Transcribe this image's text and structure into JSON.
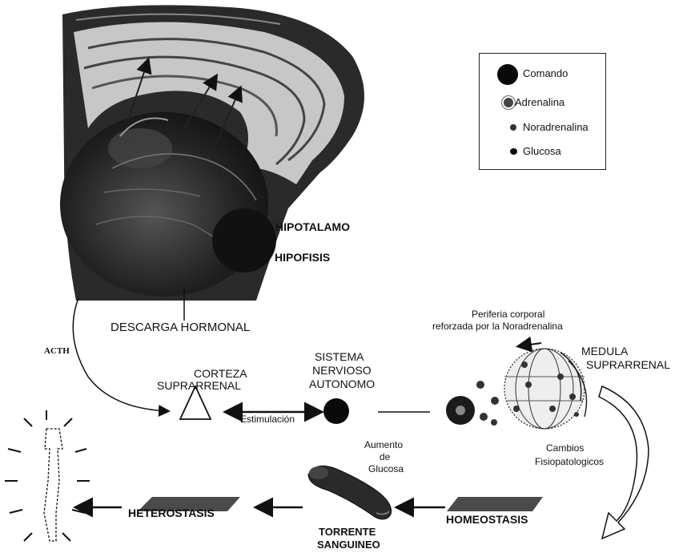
{
  "legend": {
    "items": [
      {
        "label": "Comando",
        "icon": "large-black-dot"
      },
      {
        "label": "Adrenalina",
        "icon": "spiky-dot"
      },
      {
        "label": "Noradrenalina",
        "icon": "small-dot"
      },
      {
        "label": "Glucosa",
        "icon": "small-black-dot"
      }
    ]
  },
  "labels": {
    "hipotalamo": "HIPOTALAMO",
    "hipofisis": "HIPOFISIS",
    "descarga": "DESCARGA HORMONAL",
    "acth": "ACTH",
    "corteza_line1": "CORTEZA",
    "corteza_line2": "SUPRARRENAL",
    "estimulacion": "Estimulación",
    "sistema_line1": "SISTEMA",
    "sistema_line2": "NERVIOSO",
    "sistema_line3": "AUTONOMO",
    "periferia_line1": "Periferia corporal",
    "periferia_line2": "reforzada por la Noradrenalina",
    "medula_line1": "MEDULA",
    "medula_line2": "SUPRARRENAL",
    "cambios_line1": "Cambios",
    "cambios_line2": "Fisiopatologicos",
    "aumento_line1": "Aumento",
    "aumento_line2": "de",
    "aumento_line3": "Glucosa",
    "heterostasis": "HETEROSTASIS",
    "homeostasis": "HOMEOSTASIS",
    "torrente_line1": "TORRENTE",
    "torrente_line2": "SANGUINEO"
  },
  "colors": {
    "ink": "#111111",
    "brain_dark": "#1c1c1c",
    "parallelogram": "#4a4a4a"
  }
}
